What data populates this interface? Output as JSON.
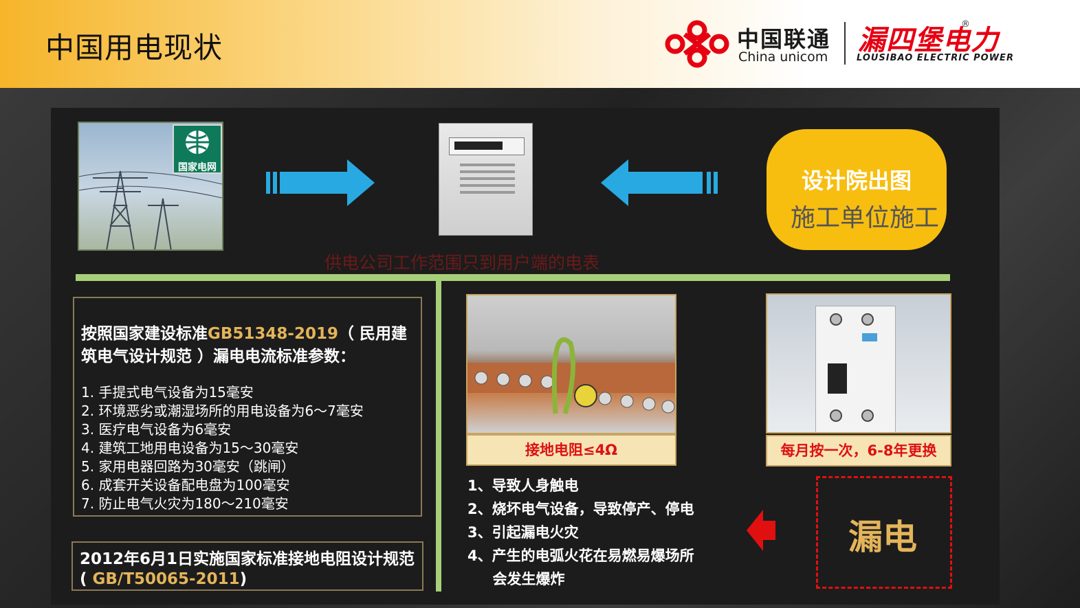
{
  "header": {
    "title": "中国用电现状",
    "logo_unicom_cn": "中国联通",
    "logo_unicom_en": "China unicom",
    "logo_lsb_cn": "漏四堡电力",
    "logo_lsb_reg": "®",
    "logo_lsb_en": "LOUSIBAO ELECTRIC POWER"
  },
  "top": {
    "grid_badge": "国家电网",
    "design_line1": "设计院出图",
    "design_line2": "施工单位施工",
    "scope": "供电公司工作范围只到用户端的电表"
  },
  "standard": {
    "head_prefix": "按照国家建设标准",
    "head_code": "GB51348-2019",
    "head_suffix": "（ 民用建筑电气设计规范 ）漏电电流标准参数：",
    "items": [
      "1. 手提式电气设备为15毫安",
      "2. 环境恶劣或潮湿场所的用电设备为6～7毫安",
      "3.  医疗电气设备为6毫安",
      "4. 建筑工地用电设备为15～30毫安",
      "5. 家用电器回路为30毫安（跳闸）",
      "6. 成套开关设备配电盘为100毫安",
      "7. 防止电气火灾为180～210毫安"
    ]
  },
  "standard2": {
    "prefix": "2012年6月1日实施国家标准接地电阻设计规范(",
    "code": " GB/T50065-2011",
    "suffix": ")"
  },
  "photos": {
    "copper_label": "接地电阻≤4Ω",
    "rcd_label": "每月按一次，6-8年更换"
  },
  "harms": [
    "1、导致人身触电",
    "2、烧坏电气设备，导致停产、停电",
    "3、引起漏电火灾",
    "4、产生的电弧火花在易燃易爆场所",
    "     会发生爆炸"
  ],
  "leak": "漏电",
  "colors": {
    "accent_yellow": "#f7be10",
    "green_line": "#a7cf7a",
    "arrow_blue": "#29a9e1",
    "alert_red": "#e01010",
    "code_gold": "#e3b45a"
  }
}
